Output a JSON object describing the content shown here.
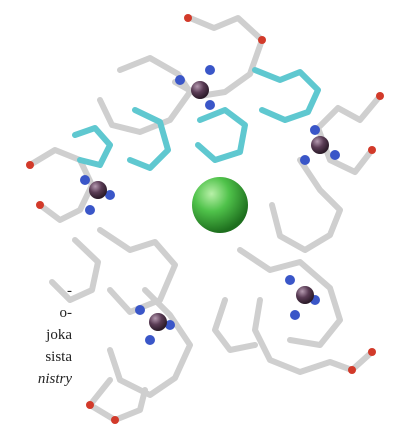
{
  "colors": {
    "background": "#ffffff",
    "chloride": "#3fb23f",
    "metal": "#5a3c55",
    "nitrogen": "#3a56c8",
    "oxygen": "#d23a2a",
    "carbon": "#d0d0d0",
    "highlight_strand": "#5fc8d0"
  },
  "caption_fragments": {
    "line1": "-",
    "line2": "o-",
    "line3": "joka",
    "line4": "sista",
    "line5": "nistry"
  }
}
